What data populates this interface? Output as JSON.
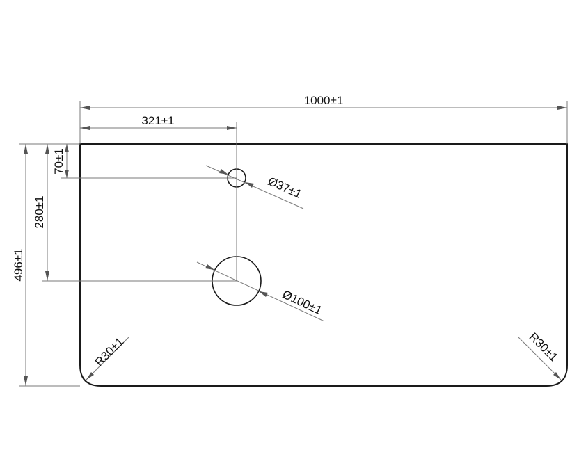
{
  "dimensions": {
    "overall_width": "1000±1",
    "small_hole_offset_x": "321±1",
    "overall_depth": "496±1",
    "small_hole_offset_y": "70±1",
    "large_hole_offset_y": "280±1",
    "small_hole_diameter": "Ø37±1",
    "large_hole_diameter": "Ø100±1",
    "corner_radius_left": "R30±1",
    "corner_radius_right": "R30±1"
  },
  "colors": {
    "outline": "#1a1a1a",
    "dimension_line": "#7a7a7a",
    "text": "#111111"
  }
}
